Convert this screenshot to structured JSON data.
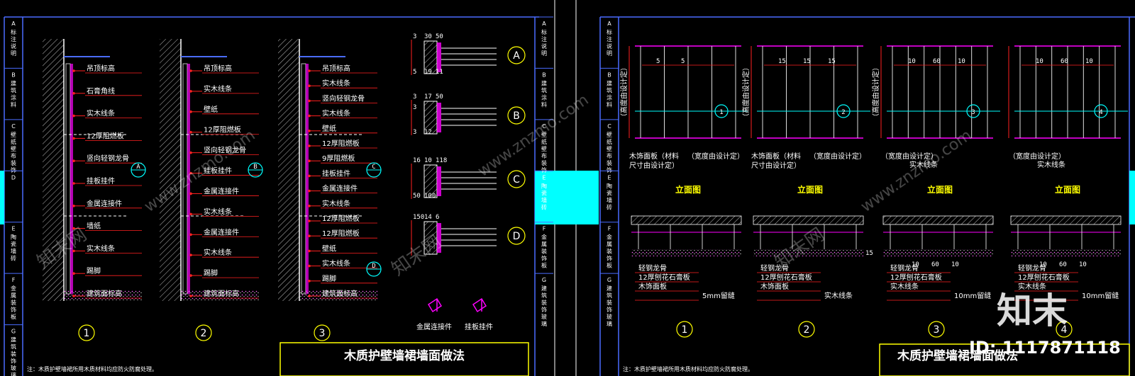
{
  "colors": {
    "frame": "#4a6cff",
    "accent_cyan": "#00ffff",
    "leader": "#ff2020",
    "finish": "#ff00ff",
    "wall": "#ffffff",
    "title_box": "#ffff00"
  },
  "left_sidebar": [
    {
      "code": "A",
      "text": "标注说明"
    },
    {
      "code": "B",
      "text": "建筑涂料"
    },
    {
      "code": "C",
      "text": "壁纸壁布装饰"
    },
    {
      "code": "D",
      "text": ""
    },
    {
      "code": "E",
      "text": "陶瓷墙砖"
    },
    {
      "code": "F",
      "text": "金属装饰板"
    },
    {
      "code": "G",
      "text": "建筑装饰玻璃"
    }
  ],
  "mid_sidebar": [
    {
      "code": "A",
      "text": "标注说明"
    },
    {
      "code": "B",
      "text": "建筑涂料"
    },
    {
      "code": "C",
      "text": "壁纸壁布装饰"
    },
    {
      "code": "E",
      "text": "陶瓷墙砖"
    },
    {
      "code": "F",
      "text": "金属装饰板"
    },
    {
      "code": "G",
      "text": "建筑装饰玻璃"
    }
  ],
  "right_sidebar": [
    {
      "code": "A",
      "text": "标注说明"
    },
    {
      "code": "B",
      "text": "建筑涂料"
    },
    {
      "code": "C",
      "text": "壁纸壁布装饰"
    },
    {
      "code": "E",
      "text": "陶瓷墙砖"
    },
    {
      "code": "F",
      "text": "金属装饰板"
    },
    {
      "code": "G",
      "text": "建筑装饰玻璃"
    }
  ],
  "sections": [
    {
      "number": "1",
      "labels": [
        "吊顶标高",
        "石膏角线",
        "实木线条",
        "12厚阻燃板",
        "竖向轻钢龙骨",
        "挂板挂件",
        "金属连接件",
        "墙纸",
        "实木线条",
        "踢脚",
        "建筑面标高"
      ],
      "marker": "A"
    },
    {
      "number": "2",
      "labels": [
        "吊顶标高",
        "实木线条",
        "壁纸",
        "12厚阻燃板",
        "竖向轻钢龙骨",
        "挂板挂件",
        "金属连接件",
        "实木线条",
        "金属连接件",
        "实木线条",
        "踢脚",
        "建筑面标高"
      ],
      "marker": "B"
    },
    {
      "number": "3",
      "labels": [
        "吊顶标高",
        "实木线条",
        "竖向轻钢龙骨",
        "实木线条",
        "壁纸",
        "12厚阻燃板",
        "9厚阻燃板",
        "挂板挂件",
        "金属连接件",
        "实木线条",
        "12厚阻燃板",
        "12厚阻燃板",
        "壁纸",
        "实木线条",
        "踢脚",
        "建筑面标高"
      ],
      "markers": [
        "C",
        "D"
      ]
    }
  ],
  "details": [
    {
      "letter": "A",
      "dims": [
        "3",
        "30",
        "50",
        "5",
        "19",
        "11",
        "3"
      ]
    },
    {
      "letter": "B",
      "dims": [
        "3",
        "17",
        "50",
        "3",
        "12"
      ]
    },
    {
      "letter": "C",
      "dims": [
        "16",
        "10",
        "118",
        "50",
        "100"
      ]
    },
    {
      "letter": "D",
      "dims": [
        "150",
        "14",
        "6"
      ]
    }
  ],
  "fittings": [
    "金属连接件",
    "挂板挂件"
  ],
  "elevations": [
    {
      "number": "1",
      "dims": [
        "5",
        "5"
      ],
      "labels": [
        "木饰面板（材料",
        "尺寸由设计定）",
        "（宽度由设计定）"
      ],
      "height": "（高度由设计定）"
    },
    {
      "number": "2",
      "dims": [
        "15",
        "15",
        "15"
      ],
      "labels": [
        "木饰面板（材料",
        "尺寸由设计定）",
        "（宽度由设计定）"
      ],
      "height": "（高度由设计定）"
    },
    {
      "number": "3",
      "dims": [
        "10",
        "60",
        "10"
      ],
      "labels": [
        "（宽度由设计定）",
        "实木线条"
      ],
      "height": "（高度由设计定）"
    },
    {
      "number": "4",
      "dims": [
        "10",
        "60",
        "10"
      ],
      "labels": [
        "（宽度由设计定）",
        "实木线条"
      ],
      "height": ""
    }
  ],
  "elevation_title": "立面图",
  "plans": [
    {
      "number": "1",
      "labels": [
        "轻钢龙骨",
        "12厚刨花石膏板",
        "木饰面板",
        "5mm留缝"
      ]
    },
    {
      "number": "2",
      "labels": [
        "轻钢龙骨",
        "12厚刨花石膏板",
        "木饰面板",
        "实木线条"
      ],
      "dim": "15"
    },
    {
      "number": "3",
      "labels": [
        "轻钢龙骨",
        "12厚刨花石膏板",
        "实木线条",
        "10mm留缝"
      ],
      "dims": [
        "10",
        "60",
        "10"
      ]
    },
    {
      "number": "4",
      "labels": [
        "轻钢龙骨",
        "12厚刨花石膏板",
        "实木线条",
        "10mm留缝"
      ],
      "dims": [
        "10",
        "60",
        "10"
      ]
    }
  ],
  "title_left": "木质护壁墙裙墙面做法",
  "title_right": "木质护壁墙裙墙面做法",
  "note": "注：木质护壁墙裙所用木质材料均应防火防腐处理。",
  "watermark": {
    "site": "www.znzmo.com",
    "brand": "知末网",
    "logo": "知末",
    "id": "ID: 1117871118"
  }
}
